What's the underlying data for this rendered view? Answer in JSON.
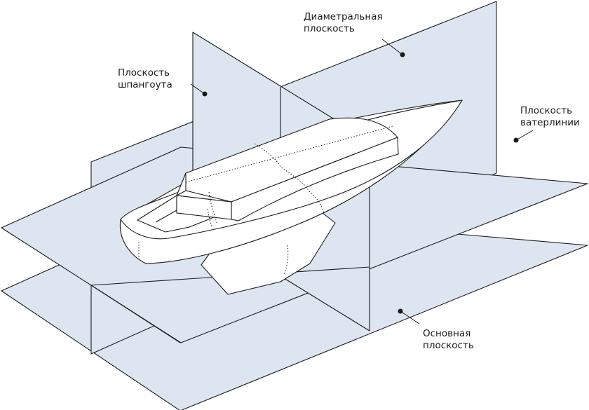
{
  "labels": {
    "diametral": [
      "Диаметральная",
      "плоскость"
    ],
    "frame": [
      "Плоскость",
      "шпангоута"
    ],
    "waterline": [
      "Плоскость",
      "ватерлинии"
    ],
    "base": [
      "Основная",
      "плоскость"
    ]
  },
  "colors": {
    "plane_fill": "#dde6f0",
    "line": "#1a1a1a",
    "hull_fill": "#ffffff"
  }
}
